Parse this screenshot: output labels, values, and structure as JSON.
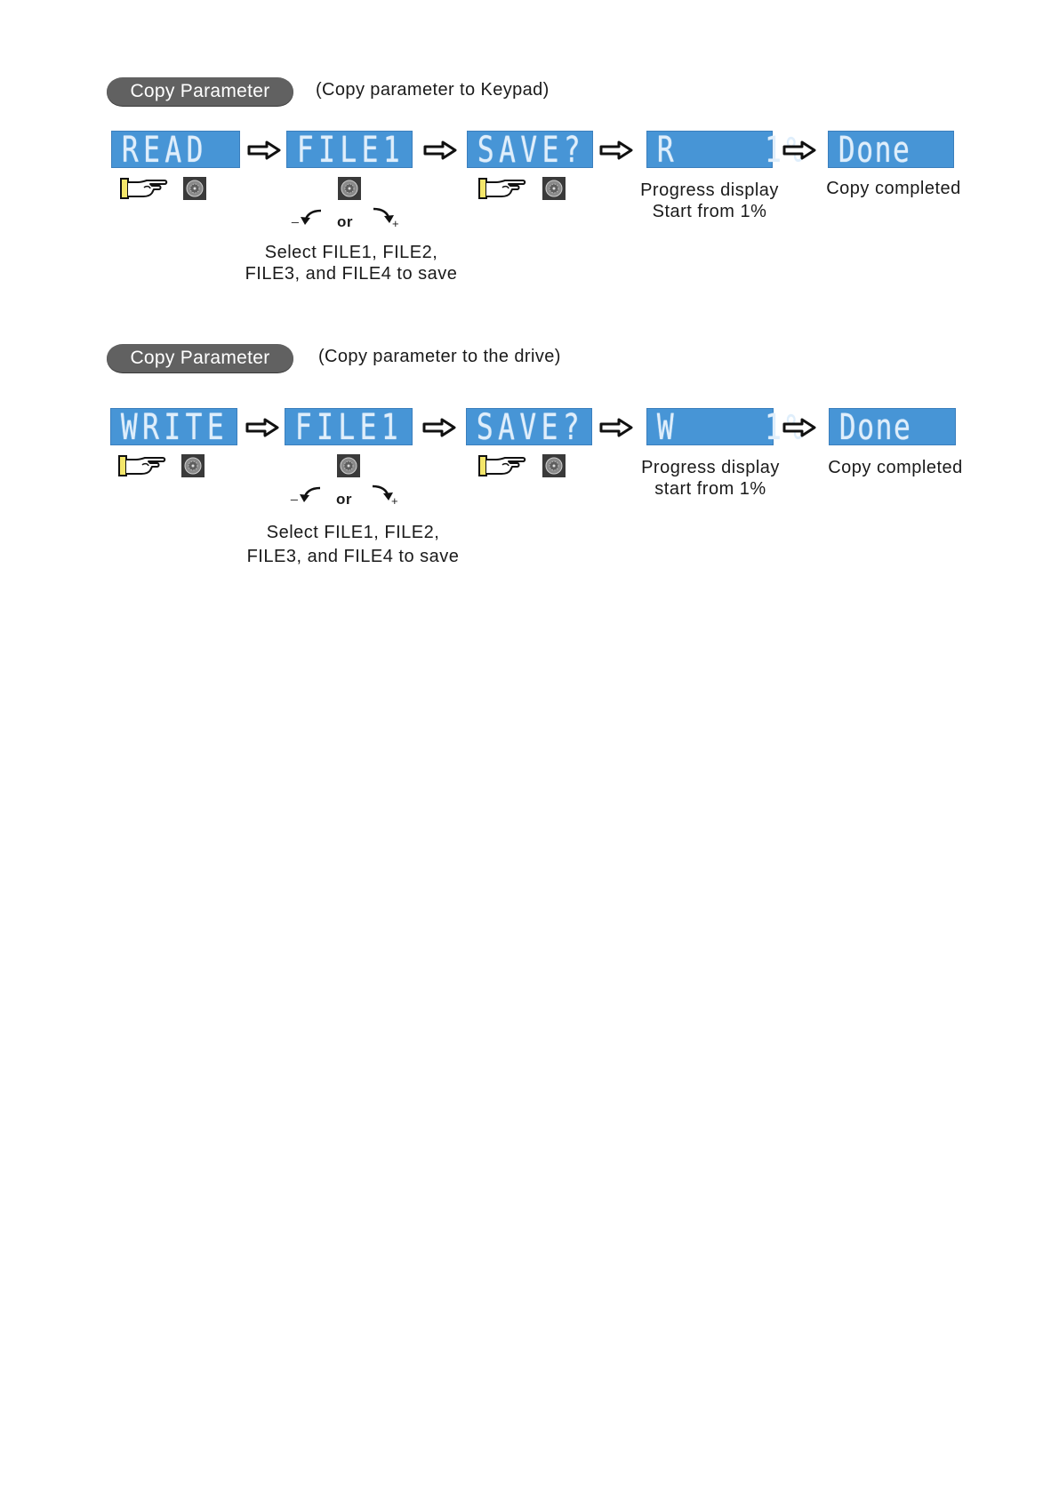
{
  "sections": [
    {
      "badge": "Copy Parameter",
      "subtitle": "(Copy parameter to Keypad)",
      "screens": [
        "READ",
        "FILE1",
        "SAVE?",
        "R    1%",
        "Done"
      ],
      "progress_caption": [
        "Progress display",
        "Start from 1%"
      ],
      "done_caption": "Copy completed",
      "or_label": "or",
      "minus": "_",
      "plus": "+",
      "select_caption": [
        "Select FILE1, FILE2,",
        "FILE3, and FILE4 to save"
      ]
    },
    {
      "badge": "Copy Parameter",
      "subtitle": "(Copy parameter to the drive)",
      "screens": [
        "WRITE",
        "FILE1",
        "SAVE?",
        "W    1%",
        "Done"
      ],
      "progress_caption": [
        "Progress display",
        "start from 1%"
      ],
      "done_caption": "Copy completed",
      "or_label": "or",
      "minus": "_",
      "plus": "+",
      "select_caption": [
        "Select FILE1, FILE2,",
        "FILE3, and FILE4 to save"
      ]
    }
  ],
  "colors": {
    "lcd_background": "#4795d6",
    "lcd_text": "#dfeefb",
    "badge_background": "#616161",
    "hand_cuff": "#f4e66a"
  },
  "icons": [
    "enter-hand-icon",
    "dial-knob-icon",
    "right-arrow-icon",
    "rotate-left-icon",
    "rotate-right-icon"
  ]
}
